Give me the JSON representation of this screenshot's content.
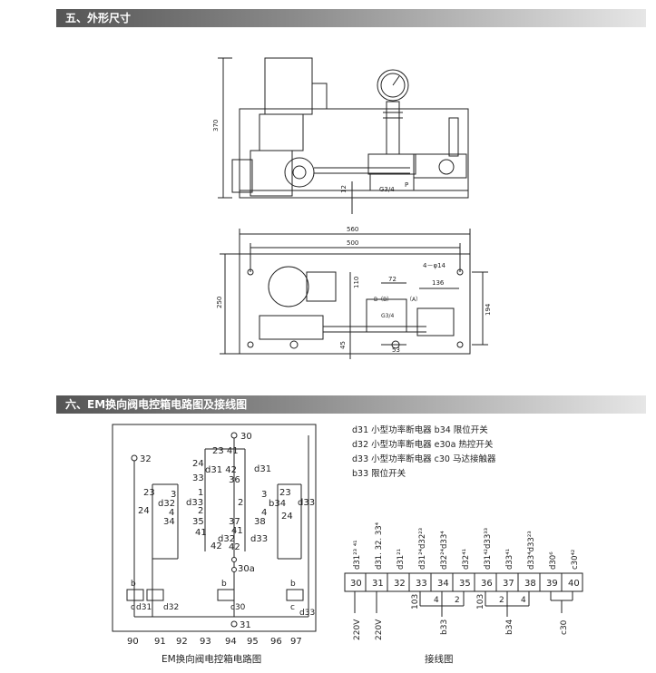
{
  "section5": {
    "title": "五、外形尺寸"
  },
  "section6": {
    "title": "六、EM换向阀电控箱电路图及接线图"
  },
  "drawing_front": {
    "height_dim": "370",
    "dim_12": "12",
    "port_label": "G3/4",
    "port_p": "P"
  },
  "drawing_top": {
    "overall_width": "560",
    "hole_spacing": "500",
    "hole_note": "4－φ14",
    "overall_height": "250",
    "dim_136": "136",
    "dim_72": "72",
    "dim_110": "110",
    "dim_194": "194",
    "dim_45": "45",
    "dim_53": "53",
    "port_b": "B（B）",
    "port_a": "（A）",
    "port_g": "G3/4"
  },
  "circuit": {
    "terminals_top": [
      "30",
      "32"
    ],
    "bottom_numbers": [
      "90",
      "91",
      "92",
      "93",
      "94",
      "95",
      "96",
      "97"
    ],
    "caption": "EM换向阀电控箱电路图",
    "labels": {
      "t23_41": "23 41",
      "t24": "24",
      "t31_42": "d31 42",
      "t33": "33",
      "t36": "36",
      "td31": "d31",
      "l23": "23",
      "l3": "3",
      "l24": "24",
      "ld32": "d32",
      "l4": "4",
      "l34": "34",
      "c1": "1",
      "cd33": "d33",
      "c2": "2",
      "c35": "35",
      "c41": "41",
      "c42": "42",
      "r2": "2",
      "r37": "37",
      "r41": "41",
      "rd32": "d32",
      "r42": "42",
      "rd33": "d33",
      "rr23": "23",
      "rr3": "3",
      "rrb34": "b34",
      "rrd33": "d33",
      "rr4": "4",
      "rr38": "38",
      "rr24": "24",
      "x30a": "30a",
      "bl": "b",
      "cl": "c",
      "bd31": "d31",
      "bd32": "d32",
      "bb": "b",
      "bc30": "c30",
      "rb": "b",
      "rc": "c",
      "rd33b": "d33",
      "t31": "31"
    }
  },
  "legend": {
    "line1": "d31 小型功率断电器  b34 限位开关",
    "line2": "d32 小型功率断电器  e30a 热控开关",
    "line3": "d33 小型功率断电器  c30 马达接触器",
    "line4": "b33 限位开关"
  },
  "wiring": {
    "terminals": [
      "30",
      "31",
      "32",
      "33",
      "34",
      "35",
      "36",
      "37",
      "38",
      "39",
      "40"
    ],
    "top_labels": [
      "d31²³ ⁴¹",
      "d31. 32. 33⁴",
      "d31²¹",
      "d31²⁴d32²³",
      "d32²⁴d33⁴",
      "d32⁴¹",
      "d31⁴²d33³³",
      "d33⁴¹",
      "d33⁴d33²³",
      "d30⁶",
      "c30⁴²"
    ],
    "bottom_labels": [
      "220V",
      "220V",
      "103",
      "4",
      "2",
      "b33",
      "103",
      "2",
      "4",
      "b34",
      "c30"
    ],
    "caption": "接线图"
  }
}
